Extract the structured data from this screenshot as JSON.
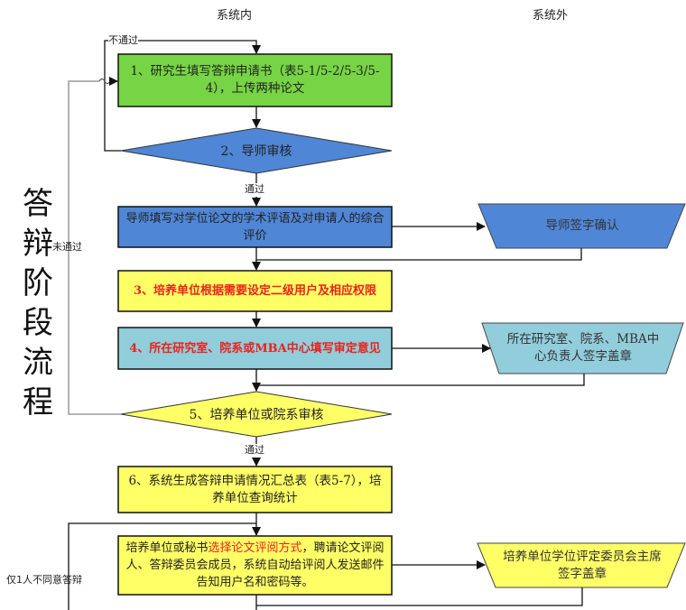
{
  "columns": {
    "inside": "系统内",
    "outside": "系统外"
  },
  "side_title": [
    "答",
    "辩",
    "阶",
    "段",
    "流",
    "程"
  ],
  "edge_labels": {
    "reject_top": "不通过",
    "pass_1": "通过",
    "reject_side": "未通过",
    "pass_2": "通过",
    "one_disagree": "仅1人不同意答辩"
  },
  "steps": {
    "step1": "1、研究生填写答辩申请书（表5-1/5-2/5-3/5-4），上传两种论文",
    "step2": "2、导师审核",
    "advisor_review": "导师填写对学位论文的学术评语及对申请人的综合评价",
    "step3": "3、培养单位根据需要设定二级用户及相应权限",
    "step4": "4、所在研究室、院系或MBA中心填写审定意见",
    "step5": "5、培养单位或院系审核",
    "step6": "6、系统生成答辩申请情况汇总表（表5-7），培养单位查询统计",
    "step7_a": "培养单位或秘书",
    "step7_red": "选择论文评阅方式",
    "step7_b": "，聘请论文评阅人、答辩委员会成员，系统自动给评阅人发送邮件告知用户名和密码等。"
  },
  "external": {
    "advisor_sign": "导师签字确认",
    "dept_sign": "所在研究室、院系、MBA中心负责人签字盖章",
    "committee_sign": "培养单位学位评定委员会主席签字盖章"
  },
  "colors": {
    "green": "#77d444",
    "blue": "#4f86d6",
    "yellow": "#ffff66",
    "light_blue": "#92cddc",
    "red_text": "#e8231c"
  }
}
